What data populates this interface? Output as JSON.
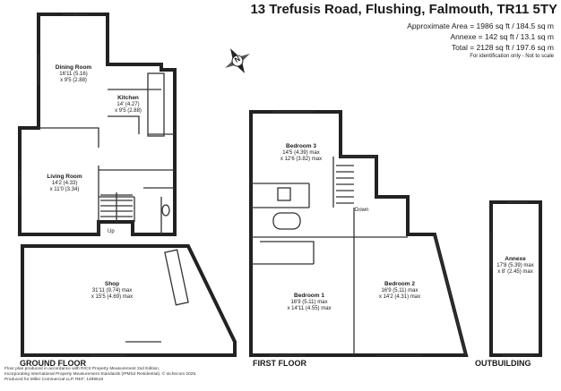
{
  "header": {
    "title": "13 Trefusis Road, Flushing, Falmouth, TR11 5TY",
    "approx_area": "Approximate Area = 1986 sq ft / 184.5 sq m",
    "annexe": "Annexe = 142 sq ft / 13.1 sq m",
    "total": "Total = 2128 sq ft / 197.6 sq m",
    "note": "For identification only - Not to scale"
  },
  "compass": {
    "label": "N"
  },
  "rooms": {
    "dining": {
      "name": "Dining Room",
      "dim1": "16'11 (5.16)",
      "dim2": "x 9'5 (2.88)"
    },
    "kitchen": {
      "name": "Kitchen",
      "dim1": "14' (4.27)",
      "dim2": "x 9'5 (2.88)"
    },
    "living": {
      "name": "Living Room",
      "dim1": "14'2 (4.33)",
      "dim2": "x 11'0 (3.34)"
    },
    "shop": {
      "name": "Shop",
      "dim1": "31'11 (9.74) max",
      "dim2": "x 15'5 (4.69) max"
    },
    "bedroom3": {
      "name": "Bedroom 3",
      "dim1": "14'5 (4.39) max",
      "dim2": "x 12'6 (3.82) max"
    },
    "bedroom1": {
      "name": "Bedroom 1",
      "dim1": "16'9 (5.11) max",
      "dim2": "x 14'11 (4.55) max"
    },
    "bedroom2": {
      "name": "Bedroom 2",
      "dim1": "16'9 (5.11) max",
      "dim2": "x 14'2 (4.31) max"
    },
    "annexe": {
      "name": "Annexe",
      "dim1": "17'8 (5.39) max",
      "dim2": "x 8' (2.45) max"
    }
  },
  "stairs": {
    "up": "Up",
    "down": "Down"
  },
  "floors": {
    "ground": "GROUND FLOOR",
    "first": "FIRST FLOOR",
    "outbuilding": "OUTBUILDING"
  },
  "footer": {
    "line1": "Floor plan produced in accordance with RICS Property Measurement 2nd Edition,",
    "line2": "Incorporating International Property Measurement Standards (IPMS2 Residential). © nichecom 2025.",
    "line3": "Produced for Miller Commercial LLP.   REF:   1499619"
  }
}
